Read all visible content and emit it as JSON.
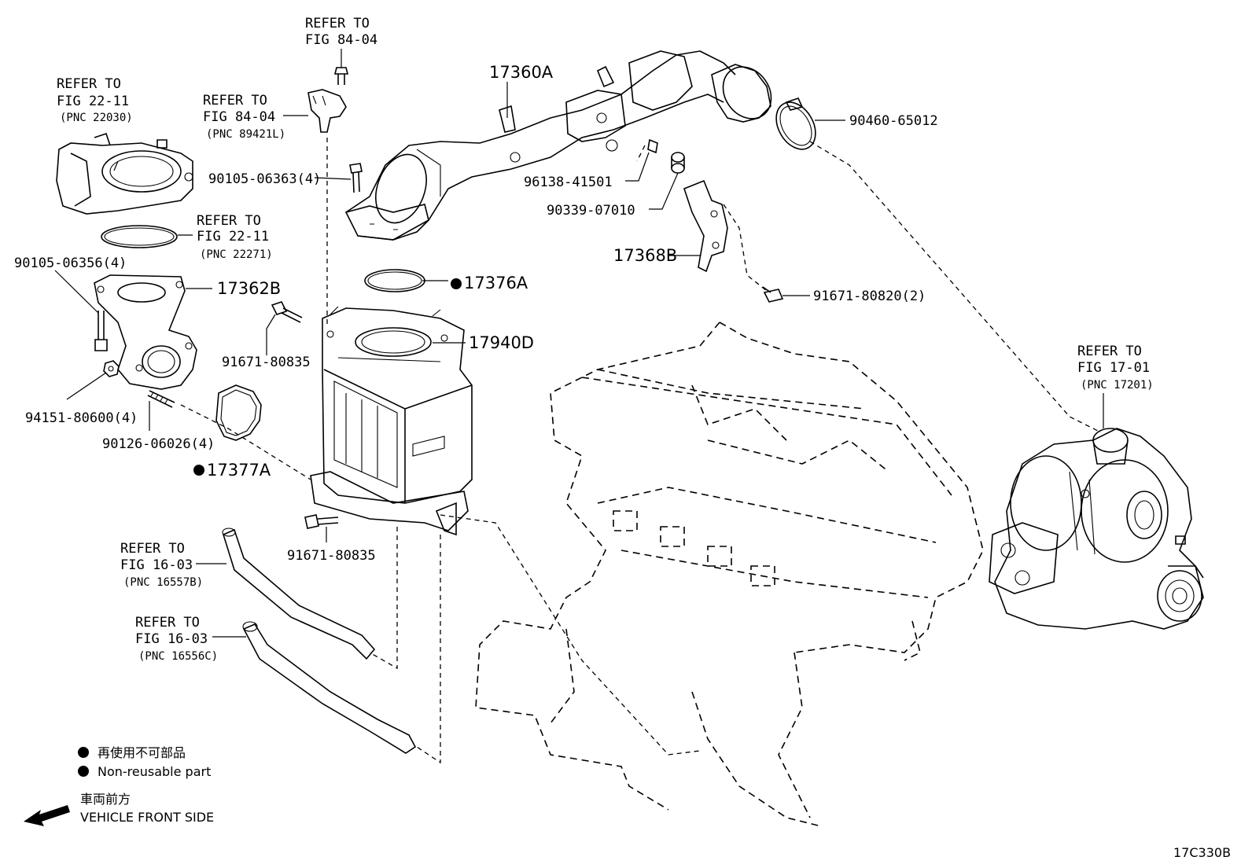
{
  "refs": {
    "sensor_bolt_ref": {
      "l1": "REFER TO",
      "l2": "FIG 84-04"
    },
    "throttle_ref": {
      "l1": "REFER TO",
      "l2": "FIG 22-11",
      "l3": "(PNC 22030)"
    },
    "sensor_ref": {
      "l1": "REFER TO",
      "l2": "FIG 84-04",
      "l3": "(PNC 89421L)"
    },
    "gasket_ref": {
      "l1": "REFER TO",
      "l2": "FIG 22-11",
      "l3": "(PNC 22271)"
    },
    "turbo_ref": {
      "l1": "REFER TO",
      "l2": "FIG 17-01",
      "l3": "(PNC 17201)"
    },
    "hose1_ref": {
      "l1": "REFER TO",
      "l2": "FIG 16-03",
      "l3": "(PNC 16557B)"
    },
    "hose2_ref": {
      "l1": "REFER TO",
      "l2": "FIG 16-03",
      "l3": "(PNC 16556C)"
    }
  },
  "parts": {
    "p17360A": "17360A",
    "p9046065012": "90460-65012",
    "p9010506363": "90105-06363(4)",
    "p9613841501": "96138-41501",
    "p9033907010": "90339-07010",
    "p17368B": "17368B",
    "p9010506356": "90105-06356(4)",
    "p17362B": "17362B",
    "p17376A": "17376A",
    "p9167180820": "91671-80820(2)",
    "p9167180835a": "91671-80835",
    "p17940D": "17940D",
    "p9415180600": "94151-80600(4)",
    "p9012606026": "90126-06026(4)",
    "p17377A": "17377A",
    "p9167180835b": "91671-80835"
  },
  "legend": {
    "nonreusable_jp": "再使用不可部品",
    "nonreusable_en": "Non-reusable part",
    "front_jp": "車両前方",
    "front_en": "VEHICLE FRONT SIDE"
  },
  "figure_id": "17C330B"
}
